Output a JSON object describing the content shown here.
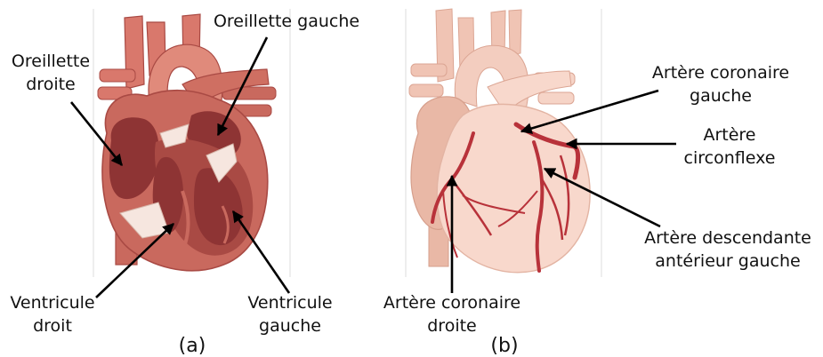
{
  "panel_a": {
    "caption": "(a)",
    "labels": {
      "right_atrium_line1": "Oreillette",
      "right_atrium_line2": "droite",
      "left_atrium": "Oreillette gauche",
      "right_ventricle_line1": "Ventricule",
      "right_ventricle_line2": "droit",
      "left_ventricle_line1": "Ventricule",
      "left_ventricle_line2": "gauche"
    }
  },
  "panel_b": {
    "caption": "(b)",
    "labels": {
      "left_coronary_line1": "Artère coronaire",
      "left_coronary_line2": "gauche",
      "circumflex_line1": "Artère",
      "circumflex_line2": "circonflexe",
      "lad_line1": "Artère descendante",
      "lad_line2": "antérieur gauche",
      "right_coronary_line1": "Artère coronaire",
      "right_coronary_line2": "droite"
    }
  },
  "colors": {
    "muscle": "#c9695e",
    "muscle_dark": "#a94a44",
    "chamber": "#8e3434",
    "vessel": "#e0897a",
    "valve": "#f6e6df",
    "heart_b_light": "#f8d8cc",
    "heart_b_mid": "#e9b8a6",
    "coronary": "#b8323a"
  }
}
